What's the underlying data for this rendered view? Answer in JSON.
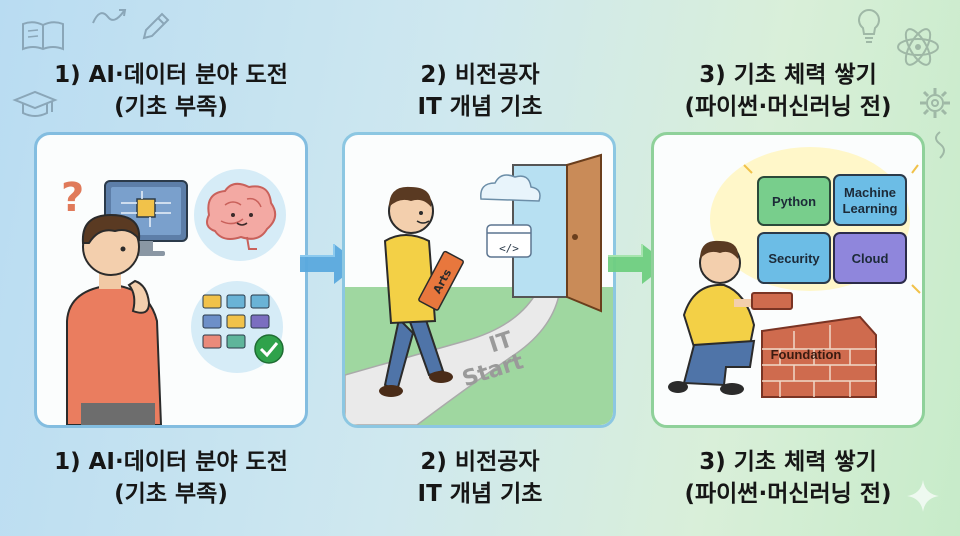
{
  "steps": [
    {
      "title_line1": "1) AI·데이터 분야 도전",
      "title_line2": "(기초 부족)",
      "caption_line1": "1) AI·데이터 분야 도전",
      "caption_line2": "(기초 부족)"
    },
    {
      "title_line1": "2) 비전공자",
      "title_line2": "IT 개념 기초",
      "caption_line1": "2) 비전공자",
      "caption_line2": "IT 개념 기초",
      "book_label": "Arts",
      "path_text_line1": "IT",
      "path_text_line2": "Start",
      "code_icon_text": "</>"
    },
    {
      "title_line1": "3) 기초 체력 쌓기",
      "title_line2": "(파이썬·머신러닝 전)",
      "caption_line1": "3) 기초 체력 쌓기",
      "caption_line2": "(파이썬·머신러닝 전)",
      "tiles": {
        "python": "Python",
        "ml_line1": "Machine",
        "ml_line2": "Learning",
        "security": "Security",
        "cloud": "Cloud"
      },
      "wall_label": "Foundation"
    }
  ],
  "colors": {
    "card1_border": "#83bde0",
    "card2_border": "#8cc7e2",
    "card3_border": "#8fd19a",
    "arrow_blue": "#5aa9dd",
    "arrow_green": "#6fcf7f"
  }
}
